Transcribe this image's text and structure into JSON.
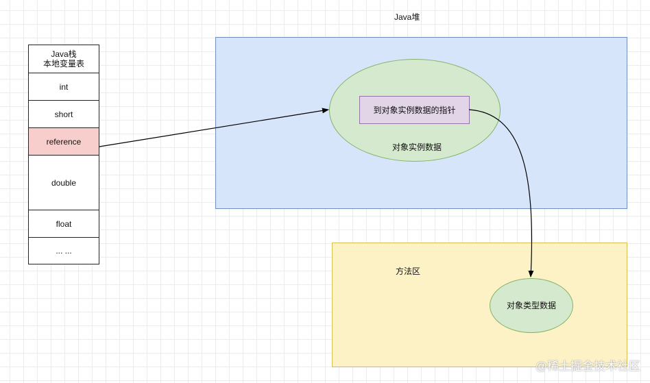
{
  "heap": {
    "title": "Java堆"
  },
  "stack": {
    "header_line1": "Java栈",
    "header_line2": "本地变量表",
    "slots": [
      "int",
      "short",
      "reference",
      "double",
      "float",
      "... ..."
    ]
  },
  "object": {
    "instance_label": "对象实例数据",
    "pointer_label": "到对象实例数据的指针"
  },
  "method_area": {
    "title": "方法区",
    "type_label": "对象类型数据"
  },
  "watermark": "@稀土掘金技术社区",
  "colors": {
    "heap_fill": "#d6e5fa",
    "method_area_fill": "#fdf2c6",
    "ellipse_fill": "#d4e9cd",
    "pointer_fill": "#e1d5e7",
    "reference_fill": "#f8cecc"
  }
}
